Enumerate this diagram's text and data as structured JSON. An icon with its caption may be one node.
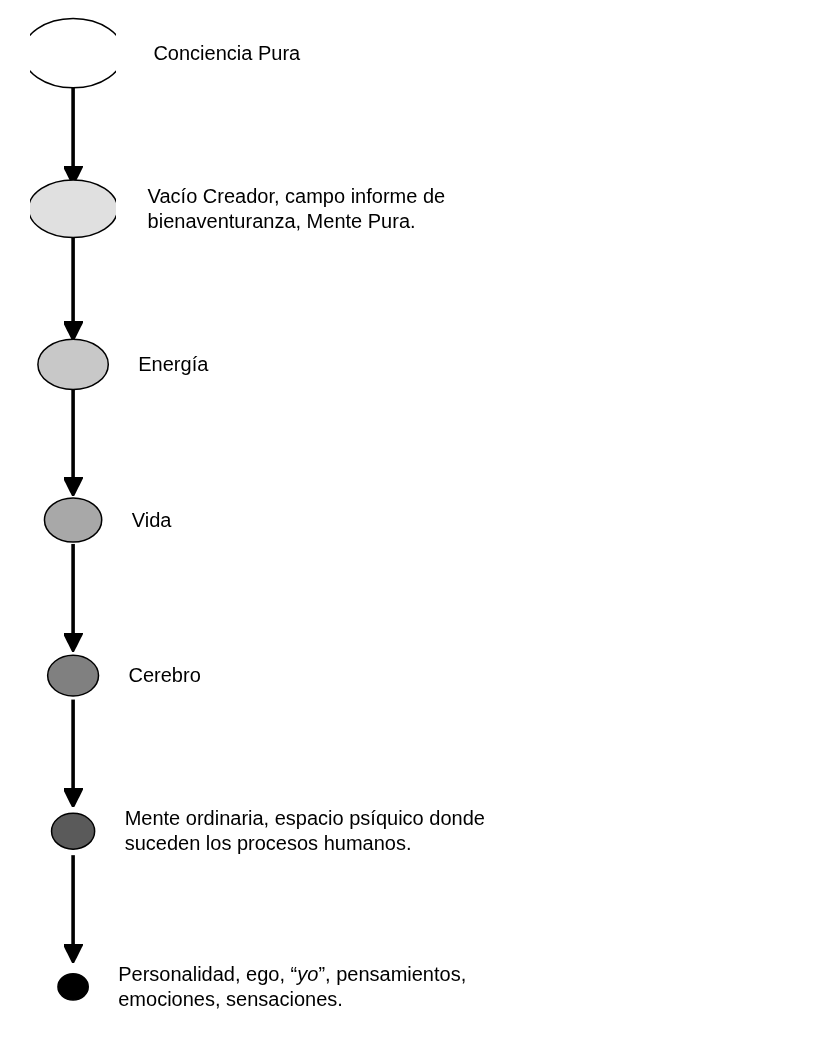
{
  "diagram": {
    "nodes": [
      {
        "text": [],
        "shape": "ellipse",
        "beside": [
          "Conciencia Pura"
        ]
      },
      {
        "text": [],
        "shape": "ellipse",
        "beside": [
          "Vacío Creador, campo informe de bienaventuranza, Mente Pura."
        ]
      },
      {
        "text": [],
        "shape": "ellipse",
        "beside": [
          "Energía"
        ]
      },
      {
        "text": [],
        "shape": "ellipse",
        "beside": [
          "Vida"
        ]
      },
      {
        "text": [],
        "shape": "ellipse",
        "beside": [
          "Cerebro"
        ]
      },
      {
        "text": [],
        "shape": "ellipse",
        "beside": [
          "Mente ordinaria, espacio psíquico donde suceden los procesos humanos."
        ]
      },
      {
        "text": [],
        "shape": "ellipse",
        "beside": [
          "Personalidad, ego, “*yo*”, pensamientos, emociones, sensaciones."
        ]
      }
    ],
    "edges": [
      {
        "from": 0,
        "to": 1,
        "arrow": "to"
      },
      {
        "from": 1,
        "to": 2,
        "arrow": "to"
      },
      {
        "from": 2,
        "to": 3,
        "arrow": "to"
      },
      {
        "from": 3,
        "to": 4,
        "arrow": "to"
      },
      {
        "from": 4,
        "to": 5,
        "arrow": "to"
      },
      {
        "from": 5,
        "to": 6,
        "arrow": "to"
      }
    ]
  }
}
